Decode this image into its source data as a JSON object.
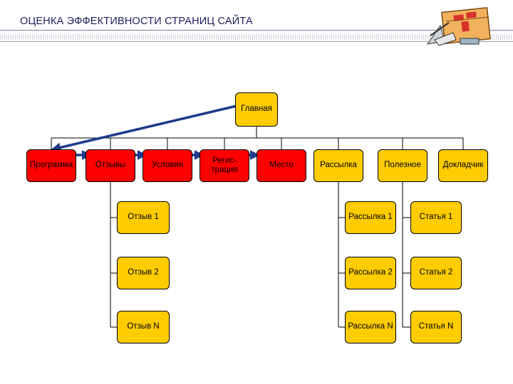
{
  "header": {
    "title": "ОЦЕНКА ЭФФЕКТИВНОСТИ СТРАНИЦ САЙТА"
  },
  "diagram": {
    "root": "Главная",
    "level1": [
      "Программа",
      "Отзывы",
      "Условия",
      "Регис-\nтрация",
      "Место",
      "Рассылка",
      "Полезное",
      "Докладчик"
    ],
    "reviews": [
      "Отзыв 1",
      "Отзыв 2",
      "Отзыв N"
    ],
    "mailings": [
      "Рассылка 1",
      "Рассылка 2",
      "Рассылка N"
    ],
    "articles": [
      "Статья 1",
      "Статья 2",
      "Статья N"
    ],
    "colors": {
      "red": "#ff0000",
      "yellow": "#ffcc00",
      "arrow": "#1f3b8c",
      "line": "#000000"
    },
    "red_nodes": [
      "Программа",
      "Отзывы",
      "Условия",
      "Регис-\nтрация",
      "Место"
    ]
  },
  "logo": {
    "icon": "office-drafting-clipart-icon"
  }
}
